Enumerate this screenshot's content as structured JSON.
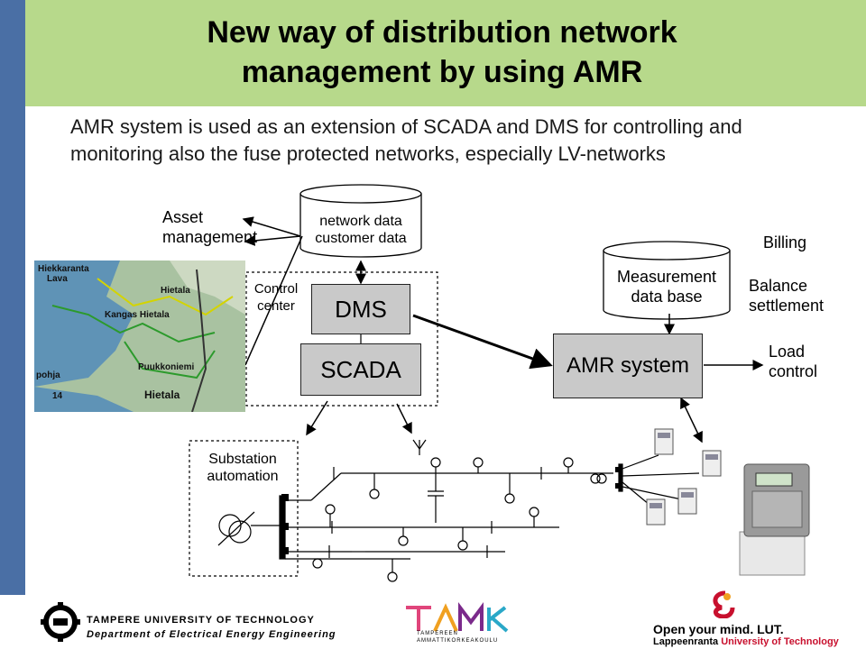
{
  "slide": {
    "title_line1": "New way of distribution network",
    "title_line2": "management by using AMR",
    "intro_line1": "AMR system is used as an extension of SCADA and DMS for controlling and",
    "intro_line2": "monitoring also the fuse protected networks, especially LV-networks"
  },
  "diagram": {
    "asset_line1": "Asset",
    "asset_line2": "management",
    "db_line1": "network data",
    "db_line2": "customer data",
    "control_line1": "Control",
    "control_line2": "center",
    "dms": "DMS",
    "scada": "SCADA",
    "measurement_line1": "Measurement",
    "measurement_line2": "data base",
    "amr_system": "AMR system",
    "billing": "Billing",
    "balance_line1": "Balance",
    "balance_line2": "settlement",
    "load_line1": "Load",
    "load_line2": "control",
    "substation_line1": "Substation",
    "substation_line2": "automation"
  },
  "map": {
    "labels": [
      "Hiekkaranta",
      "Lava",
      "Hietala",
      "Kangas Hietala",
      "Puukkoniemi",
      "pohja",
      "Hietala",
      "14"
    ]
  },
  "footer": {
    "tut_line1": "TAMPERE UNIVERSITY OF TECHNOLOGY",
    "tut_line2": "Department of Electrical Energy Engineering",
    "tamk_line1": "TAMPEREEN",
    "tamk_line2": "AMMATTIKORKEAKOULU",
    "lut_line1": "Open your mind. LUT.",
    "lut_line2_a": "Lappeenranta ",
    "lut_line2_b": "University of Technology"
  },
  "colors": {
    "header_green": "#b7d98b",
    "left_band": "#4a6fa5",
    "box_gray": "#c9c9c9",
    "lut_red": "#c8102e",
    "tamk_purple": "#7b2a8b"
  },
  "icons": [
    "gear-logo-icon",
    "tamk-logo-icon",
    "lut-logo-icon",
    "transformer-icon",
    "antenna-icon",
    "energy-meter-icon"
  ]
}
